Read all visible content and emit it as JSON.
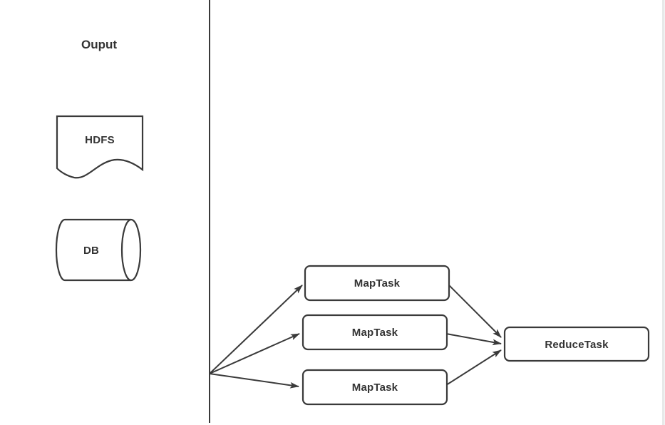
{
  "diagram": {
    "section_title": "Ouput",
    "nodes": {
      "hdfs": {
        "label": "HDFS",
        "shape": "document"
      },
      "db": {
        "label": "DB",
        "shape": "cylinder"
      },
      "map1": {
        "label": "MapTask",
        "shape": "rounded-rect"
      },
      "map2": {
        "label": "MapTask",
        "shape": "rounded-rect"
      },
      "map3": {
        "label": "MapTask",
        "shape": "rounded-rect"
      },
      "reduce": {
        "label": "ReduceTask",
        "shape": "rounded-rect"
      }
    },
    "edges": [
      {
        "from": "fanout-point",
        "to": "map1",
        "arrow": true
      },
      {
        "from": "fanout-point",
        "to": "map2",
        "arrow": true
      },
      {
        "from": "fanout-point",
        "to": "map3",
        "arrow": true
      },
      {
        "from": "map1",
        "to": "reduce",
        "arrow": true
      },
      {
        "from": "map2",
        "to": "reduce",
        "arrow": true
      },
      {
        "from": "map3",
        "to": "reduce",
        "arrow": true
      }
    ],
    "colors": {
      "stroke": "#3a3a3a",
      "text": "#333333",
      "background": "#ffffff",
      "canvas_right_edge": "#e7e9e9"
    }
  }
}
